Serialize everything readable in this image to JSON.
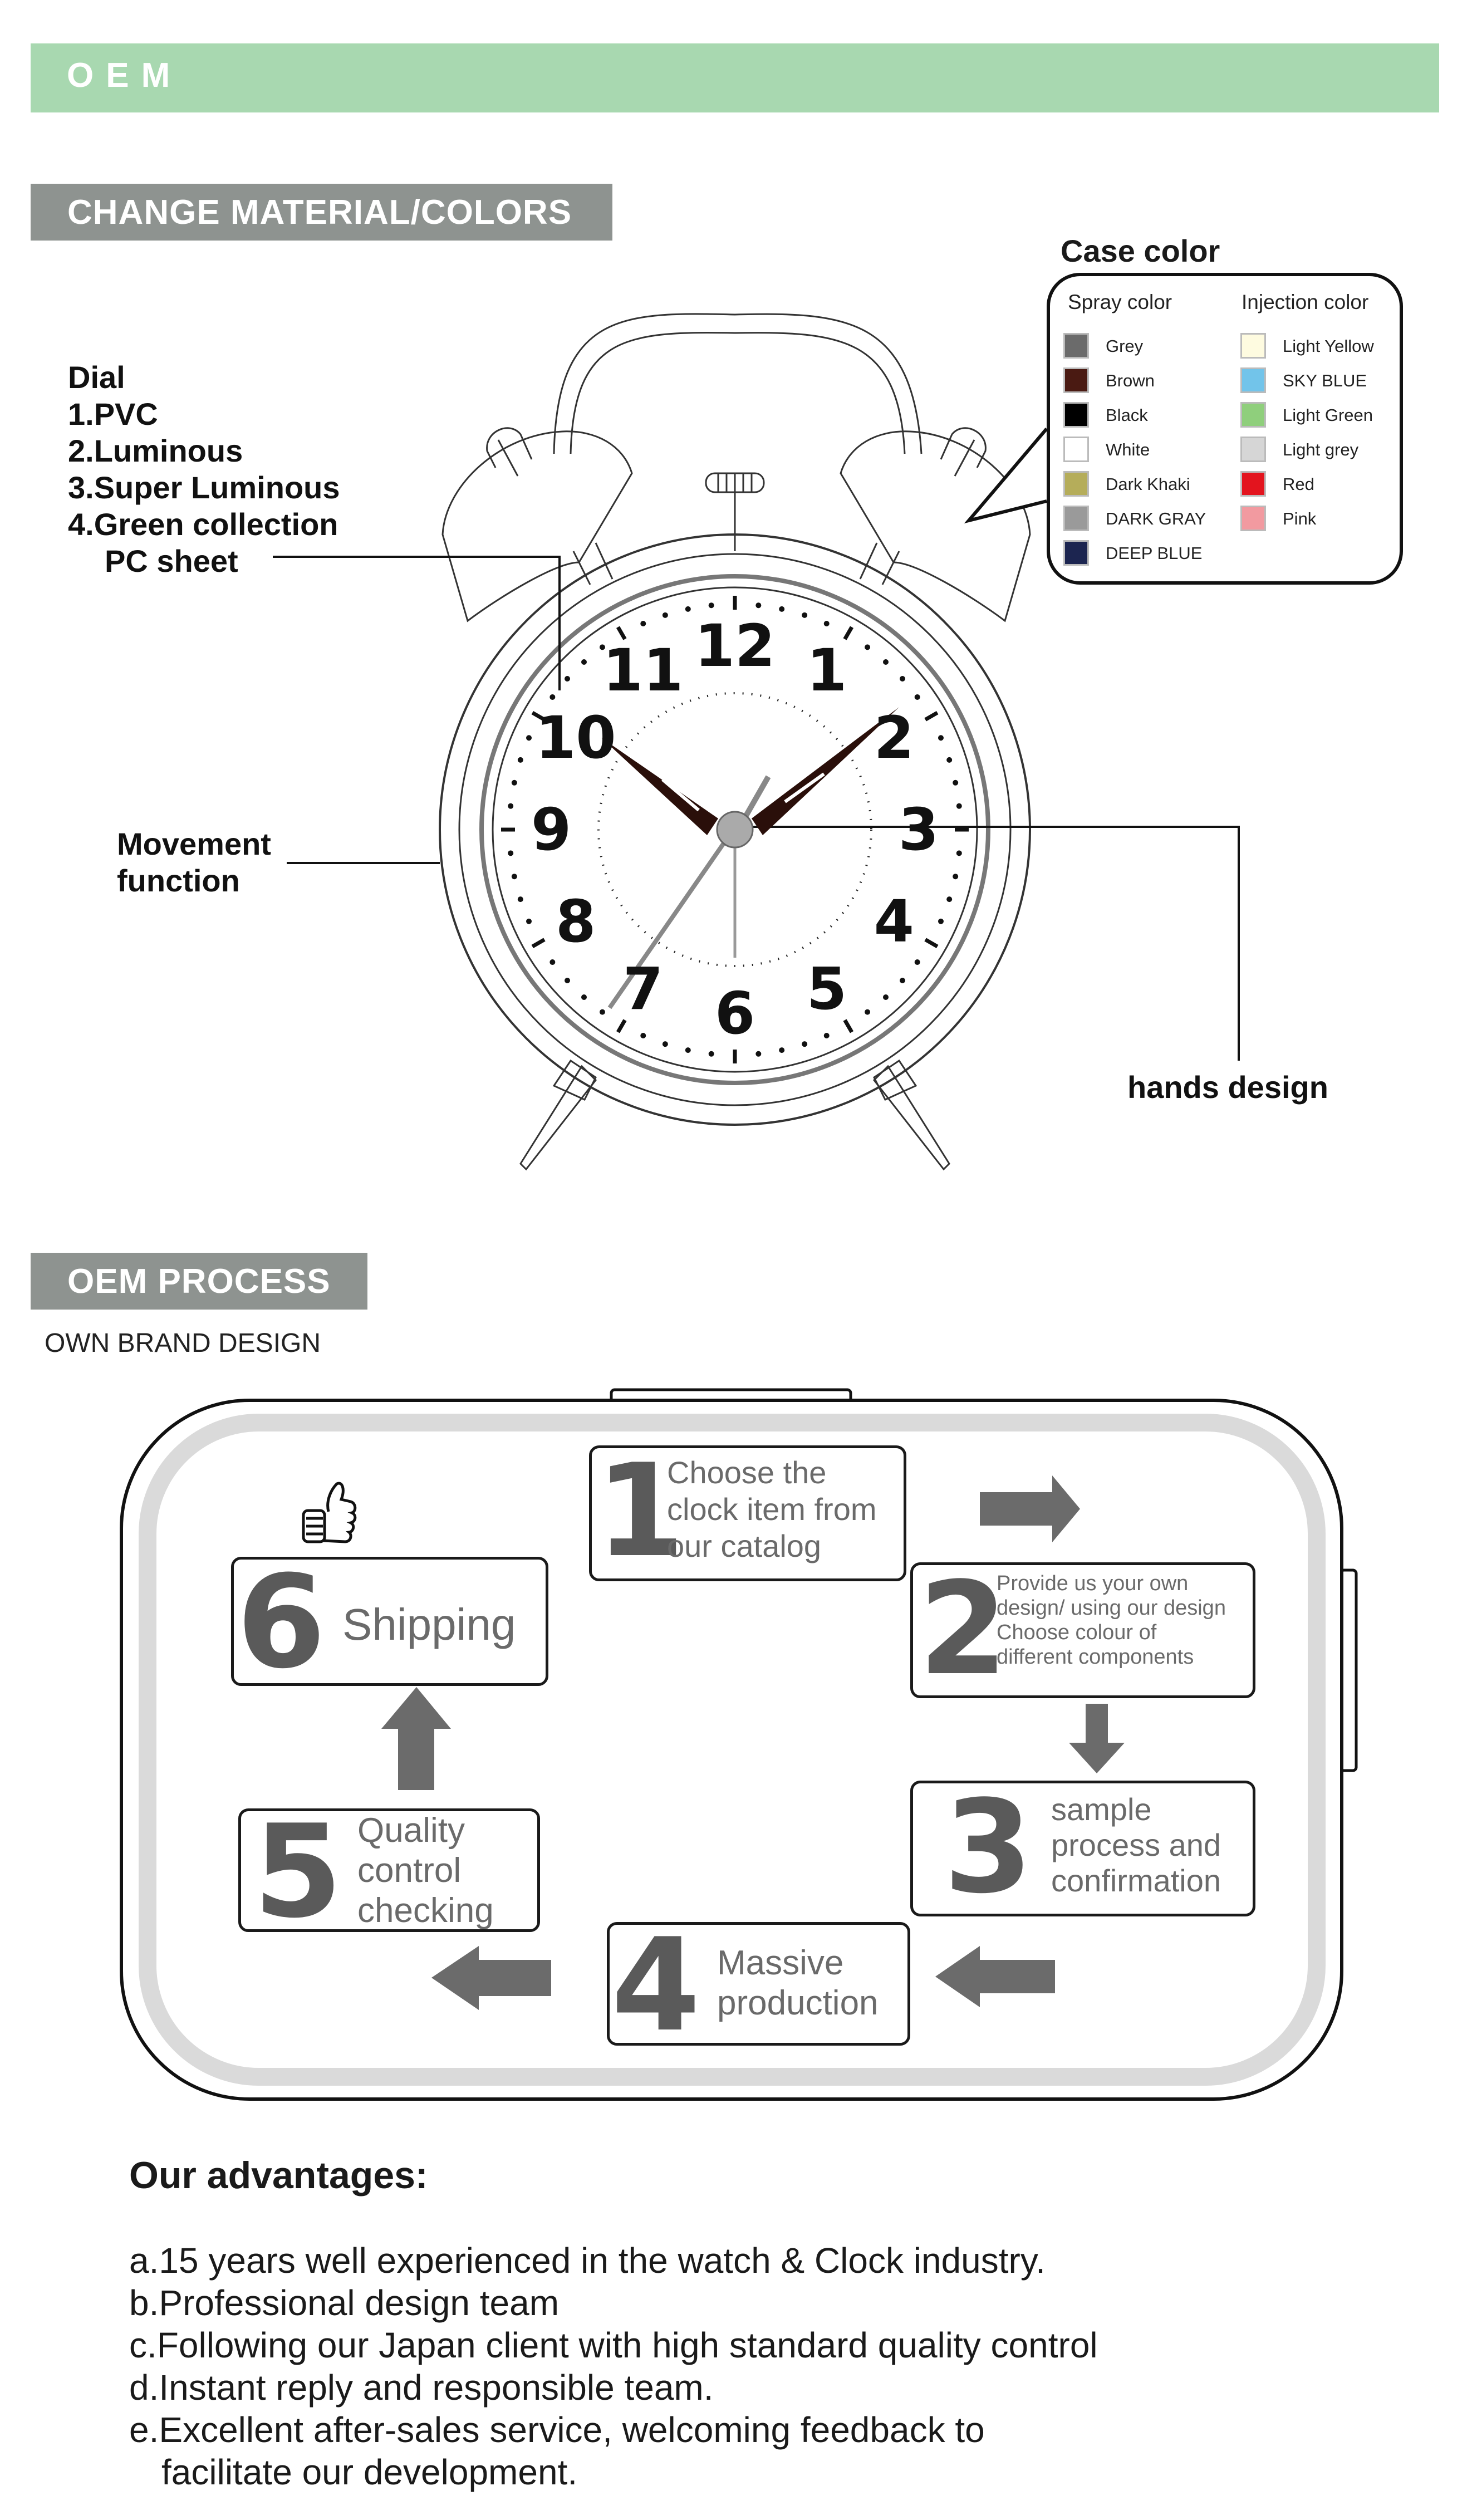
{
  "header": {
    "title": "OEM"
  },
  "section1": {
    "title": "CHANGE MATERIAL/COLORS"
  },
  "dial": {
    "lines": [
      "Dial",
      "1.PVC",
      "2.Luminous",
      "3.Super Luminous",
      "4.Green collection",
      "PC sheet"
    ]
  },
  "movement": {
    "lines": [
      "Movement",
      "function"
    ]
  },
  "hands": {
    "label": "hands design"
  },
  "case_color": {
    "title": "Case color",
    "spray_header": "Spray color",
    "injection_header": "Injection color",
    "spray": [
      {
        "name": "Grey",
        "color": "#6b6b6b"
      },
      {
        "name": "Brown",
        "color": "#4a1a12"
      },
      {
        "name": "Black",
        "color": "#000000"
      },
      {
        "name": "White",
        "color": "#ffffff"
      },
      {
        "name": "Dark Khaki",
        "color": "#b5ad5a"
      },
      {
        "name": "DARK GRAY",
        "color": "#9a9a9a"
      },
      {
        "name": "DEEP BLUE",
        "color": "#1c2550"
      }
    ],
    "injection": [
      {
        "name": "Light Yellow",
        "color": "#fefbe0"
      },
      {
        "name": "SKY BLUE",
        "color": "#72c4ea"
      },
      {
        "name": "Light Green",
        "color": "#8fcf7c"
      },
      {
        "name": "Light grey",
        "color": "#d6d6d6"
      },
      {
        "name": "Red",
        "color": "#e3141e"
      },
      {
        "name": "Pink",
        "color": "#f29aa0"
      }
    ]
  },
  "clock": {
    "numerals": [
      "12",
      "1",
      "2",
      "3",
      "4",
      "5",
      "6",
      "7",
      "8",
      "9",
      "10",
      "11"
    ]
  },
  "section2": {
    "title": "OEM PROCESS",
    "subtitle": "OWN BRAND DESIGN"
  },
  "process": {
    "step1": {
      "num": "1",
      "lines": [
        "Choose the",
        "clock item from",
        "our catalog"
      ]
    },
    "step2": {
      "num": "2",
      "lines": [
        "Provide us your own",
        "design/ using our design",
        "Choose colour of",
        "different components"
      ]
    },
    "step3": {
      "num": "3",
      "lines": [
        "sample",
        "process and",
        "confirmation"
      ]
    },
    "step4": {
      "num": "4",
      "lines": [
        "Massive",
        "production"
      ]
    },
    "step5": {
      "num": "5",
      "lines": [
        "Quality",
        "control",
        "checking"
      ]
    },
    "step6": {
      "num": "6",
      "lines": [
        "Shipping"
      ]
    }
  },
  "advantages": {
    "title": "Our advantages:",
    "items": [
      "a.15 years well experienced in the watch & Clock industry.",
      "b.Professional design team",
      "c.Following our Japan client with high standard quality control",
      "d.Instant reply and responsible team.",
      "e.Excellent after-sales service, welcoming feedback to",
      "facilitate our development."
    ]
  }
}
